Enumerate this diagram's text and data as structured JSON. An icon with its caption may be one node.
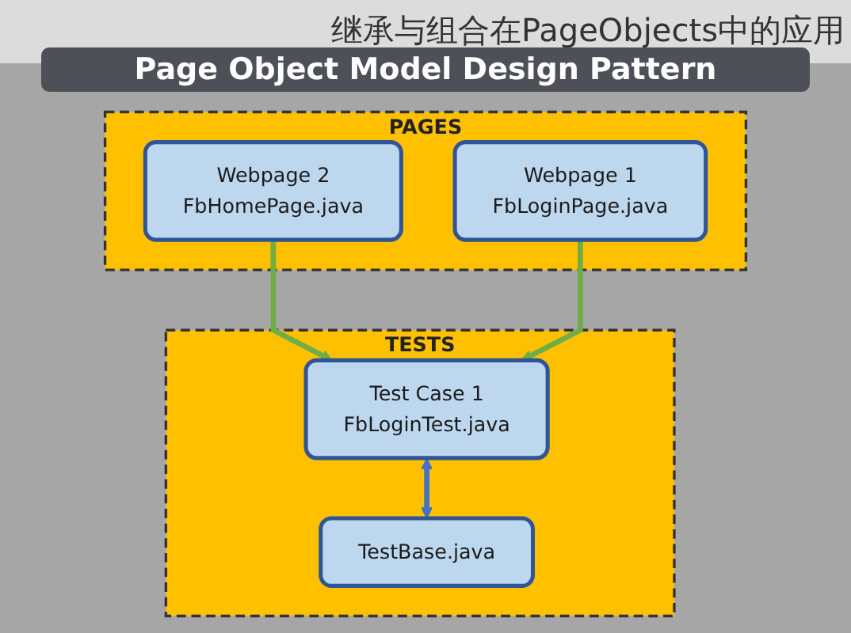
{
  "diagram": {
    "title": "Page Object Model Design Pattern",
    "nodes": [
      {
        "text": [
          "PAGES"
        ]
      },
      {
        "text": [
          "Webpage 2",
          "FbHomePage.java"
        ],
        "in": 0
      },
      {
        "text": [
          "Webpage 1",
          "FbLoginPage.java"
        ],
        "in": 0
      },
      {
        "text": [
          "TESTS"
        ]
      },
      {
        "text": [
          "TestBase.java"
        ],
        "in": 3
      },
      {
        "text": [
          "Test Case 1",
          "FbLoginTest.java"
        ],
        "in": 3
      }
    ],
    "edges": [
      {
        "from": 1,
        "to": 5,
        "arrow": "to"
      },
      {
        "from": 2,
        "to": 5,
        "arrow": "to"
      },
      {
        "from": 4,
        "to": 5,
        "arrow": "both",
        "color": "#4472c4"
      }
    ],
    "labels": [
      "继承与组合在PageObjects中的应用"
    ]
  }
}
